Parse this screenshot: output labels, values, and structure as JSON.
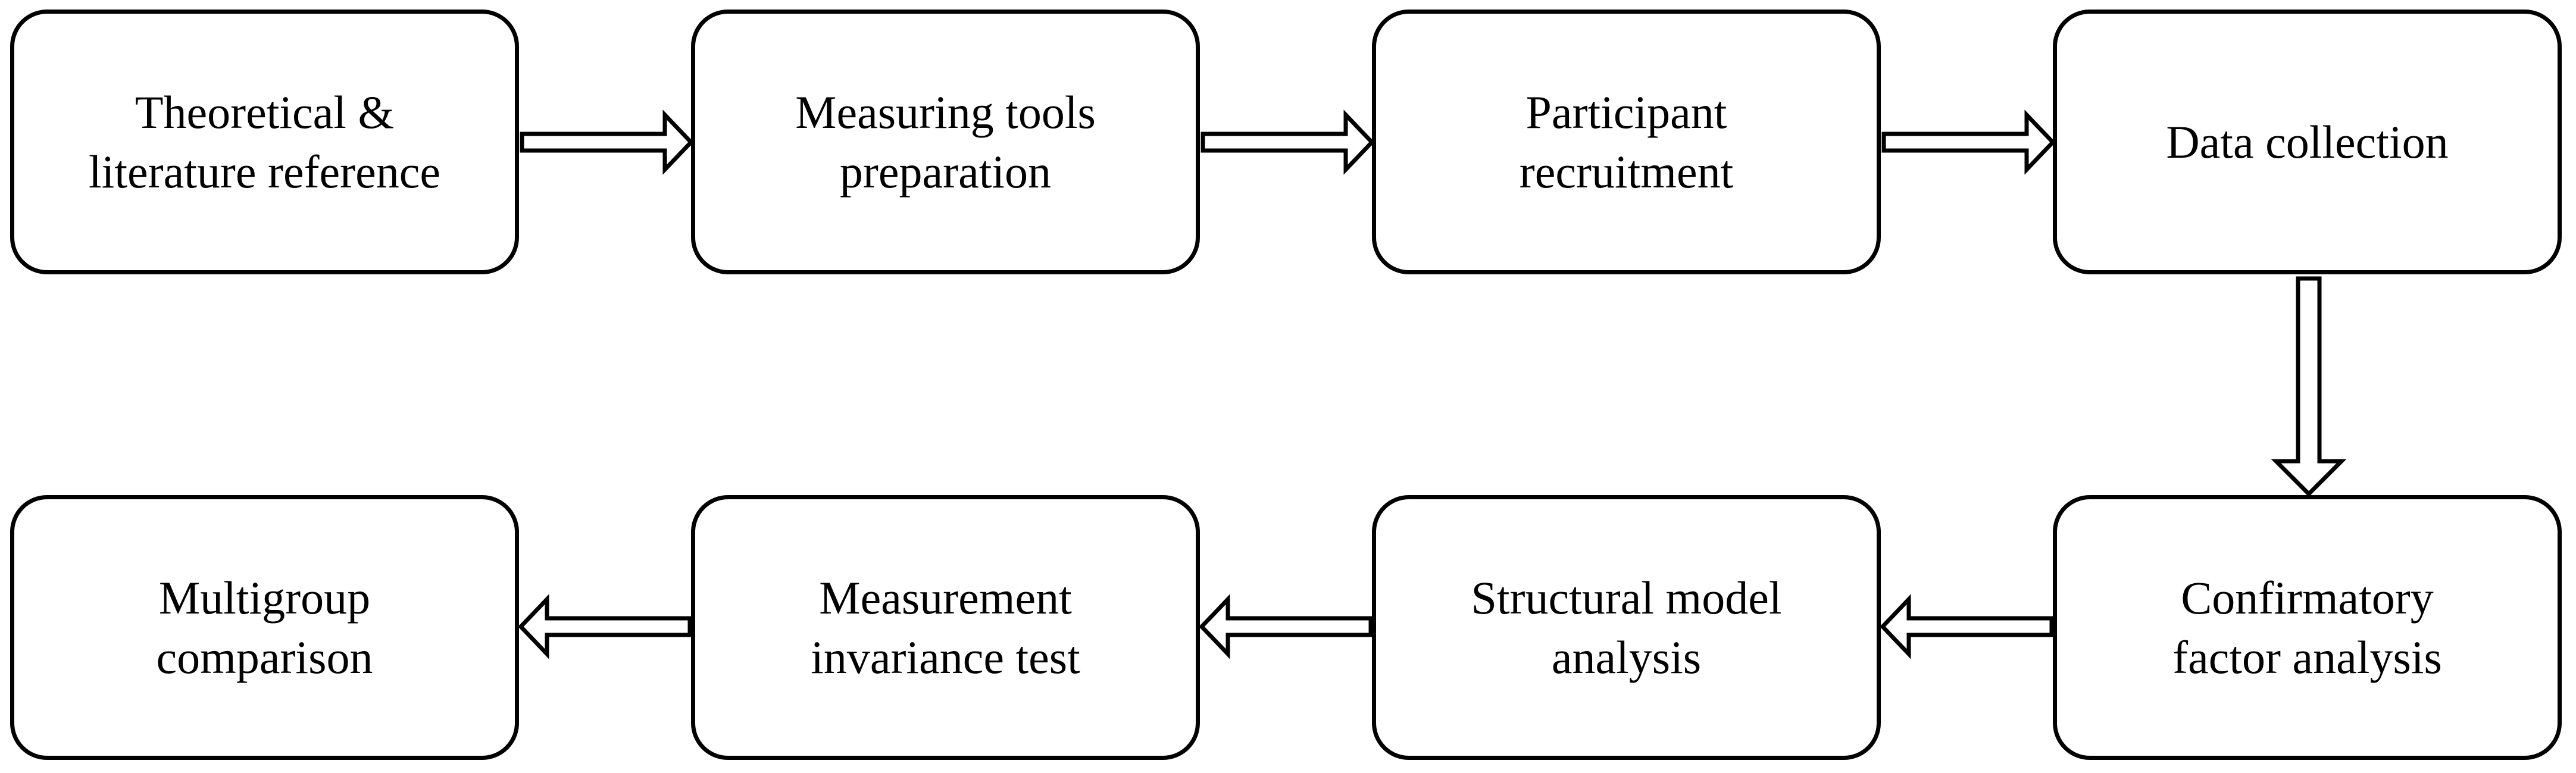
{
  "steps": [
    {
      "id": "step-1",
      "label": "Theoretical &\nliterature reference"
    },
    {
      "id": "step-2",
      "label": "Measuring tools\npreparation"
    },
    {
      "id": "step-3",
      "label": "Participant\nrecruitment"
    },
    {
      "id": "step-4",
      "label": "Data collection"
    },
    {
      "id": "step-5",
      "label": "Confirmatory\nfactor analysis"
    },
    {
      "id": "step-6",
      "label": "Structural model\nanalysis"
    },
    {
      "id": "step-7",
      "label": "Measurement\ninvariance test"
    },
    {
      "id": "step-8",
      "label": "Multigroup\ncomparison"
    }
  ],
  "colors": {
    "stroke": "#000000",
    "fill": "#ffffff",
    "text": "#000000"
  },
  "arrow_style": "hollow-double-line"
}
